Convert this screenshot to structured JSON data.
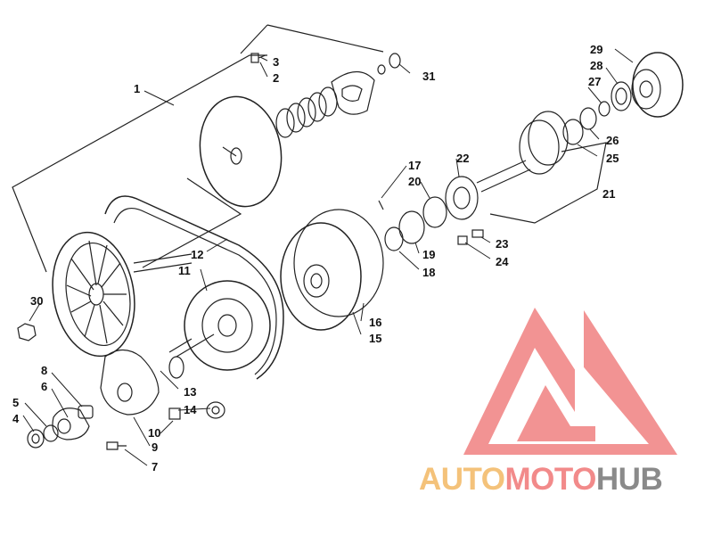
{
  "diagram": {
    "callouts": [
      "1",
      "2",
      "3",
      "4",
      "5",
      "6",
      "7",
      "8",
      "9",
      "10",
      "11",
      "12",
      "13",
      "14",
      "15",
      "16",
      "17",
      "18",
      "19",
      "20",
      "21",
      "22",
      "23",
      "24",
      "25",
      "26",
      "27",
      "28",
      "29",
      "30",
      "31"
    ]
  },
  "watermark": {
    "part1": "AUTO",
    "part2": "MOTO",
    "part3": "HUB",
    "colors": {
      "auto": "#f4c27a",
      "moto": "#f28a8a",
      "hub": "#8a8a8a",
      "logo": "#f08080"
    }
  }
}
